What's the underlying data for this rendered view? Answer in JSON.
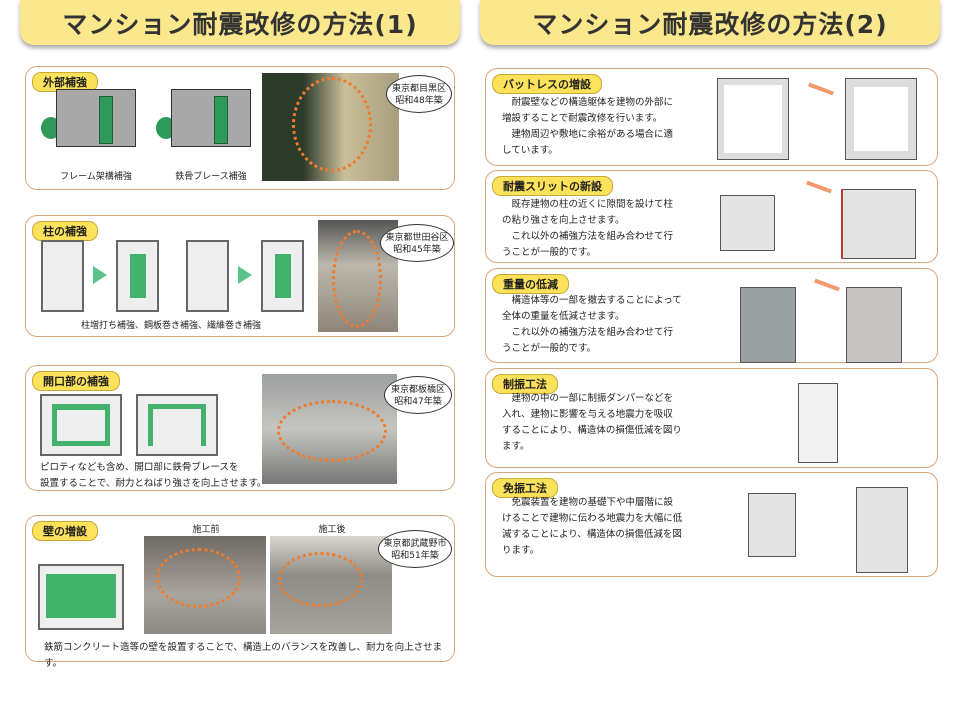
{
  "titles": [
    "マンション耐震改修の方法(1)",
    "マンション耐震改修の方法(2)"
  ],
  "left": {
    "exterior": {
      "tag": "外部補強",
      "captions": [
        "フレーム架構補強",
        "鉄骨ブレース補強"
      ],
      "location": "東京都目黒区",
      "built": "昭和48年築"
    },
    "column": {
      "tag": "柱の補強",
      "caption": "柱増打ち補強、鋼板巻き補強、繊維巻き補強",
      "location": "東京都世田谷区",
      "built": "昭和45年築"
    },
    "opening": {
      "tag": "開口部の補強",
      "text": "ピロティなども含め、開口部に鉄骨ブレースを\n設置することで、耐力とねばり強さを向上させます。",
      "location": "東京都板橋区",
      "built": "昭和47年築"
    },
    "wall": {
      "tag": "壁の増設",
      "before": "施工前",
      "after": "施工後",
      "text": "鉄筋コンクリート造等の壁を設置することで、構造上のバランスを改善し、耐力を向上させます。",
      "location": "東京都武蔵野市",
      "built": "昭和51年築"
    }
  },
  "right": [
    {
      "tag": "バットレスの増設",
      "text": "　耐震壁などの構造躯体を建物の外部に\n増設することで耐震改修を行います。\n　建物周辺や敷地に余裕がある場合に適\nしています。"
    },
    {
      "tag": "耐震スリットの新設",
      "text": "　既存建物の柱の近くに隙間を設けて柱\nの粘り強さを向上させます。\n　これ以外の補強方法を組み合わせて行\nうことが一般的です。"
    },
    {
      "tag": "重量の低減",
      "text": "　構造体等の一部を撤去することによって\n全体の重量を低減させます。\n　これ以外の補強方法を組み合わせて行\nうことが一般的です。"
    },
    {
      "tag": "制振工法",
      "text": "　建物の中の一部に制振ダンパーなどを\n入れ、建物に影響を与える地震力を吸収\nすることにより、構造体の損傷低減を図り\nます。"
    },
    {
      "tag": "免振工法",
      "text": "　免震装置を建物の基礎下や中層階に設\nけることで建物に伝わる地震力を大幅に低\n減することにより、構造体の損傷低減を図\nります。"
    }
  ]
}
